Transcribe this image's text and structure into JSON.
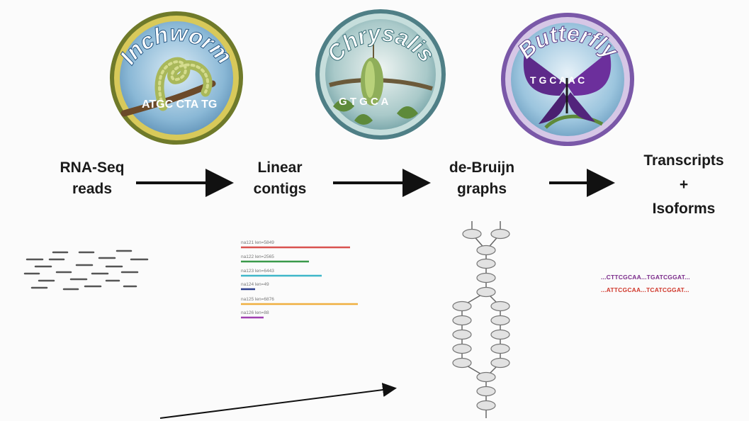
{
  "logos": [
    {
      "name": "inchworm",
      "text": "Inchworm",
      "bases": "ATGC CTA TG"
    },
    {
      "name": "chrysalis",
      "text": "Chrysalis",
      "bases": "G T G C A"
    },
    {
      "name": "butterfly",
      "text": "Butterfly",
      "bases": "T G C A A C"
    }
  ],
  "stages": {
    "rnaseq": {
      "line1": "RNA-Seq",
      "line2": "reads"
    },
    "linear": {
      "line1": "Linear",
      "line2": "contigs"
    },
    "debruijn": {
      "line1": "de-Bruijn",
      "line2": "graphs"
    },
    "transcripts": {
      "line1": "Transcripts",
      "line2": "+",
      "line3": "Isoforms"
    }
  },
  "contigs": [
    {
      "label": "na121 len=5849",
      "color": "#d9534f"
    },
    {
      "label": "na122 len=2565",
      "color": "#3a9a4a"
    },
    {
      "label": "na123 len=6443",
      "color": "#3fb6c9"
    },
    {
      "label": "na124 len=49",
      "color": "#2c3e8c"
    },
    {
      "label": "na125 len=6876",
      "color": "#f0b040"
    },
    {
      "label": "na126 len=88",
      "color": "#a040b0"
    }
  ],
  "transcripts": [
    {
      "seq": "...CTTCGCAA...TGATCGGAT...",
      "color": "#7a2a8a"
    },
    {
      "seq": "...ATTCGCAA...TCATCGGAT...",
      "color": "#d0382c"
    }
  ]
}
